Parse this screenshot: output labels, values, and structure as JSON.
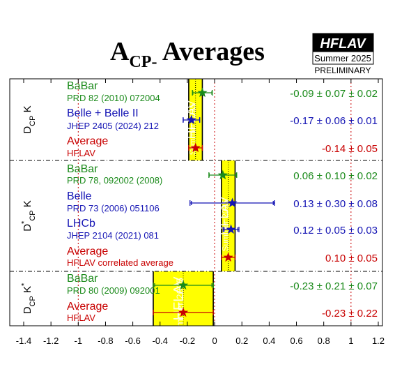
{
  "title": {
    "main": "A",
    "sub": "CP",
    "dash": "-",
    "rest": " Averages"
  },
  "logo": {
    "text": "HFLAV",
    "season": "Summer 2025",
    "status": "PRELIMINARY"
  },
  "colors": {
    "babar": "#1a8a1a",
    "belle": "#1414b4",
    "average": "#c80000",
    "band": "#ffff00",
    "band_edge": "#000000"
  },
  "chart_data": {
    "type": "scatter",
    "x_axis": {
      "range": [
        -1.4,
        1.2
      ],
      "ticks": [
        -1.4,
        -1.2,
        -1,
        -0.8,
        -0.6,
        -0.4,
        -0.2,
        0,
        0.2,
        0.4,
        0.6,
        0.8,
        1,
        1.2
      ],
      "tick_labels": [
        "-1.4",
        "-1.2",
        "-1",
        "-0.8",
        "-0.6",
        "-0.4",
        "-0.2",
        "0",
        "0.2",
        "0.4",
        "0.6",
        "0.8",
        "1",
        "1.2"
      ]
    },
    "reference_lines": [
      -1,
      0,
      1
    ],
    "groups": [
      {
        "label_main": "D",
        "label_sub": "CP",
        "label_sup": "",
        "label_main2": " K",
        "label_sup2": "",
        "band": {
          "center": -0.14,
          "error": 0.05,
          "label": "HFLAV",
          "label2": "Summer 2025"
        },
        "measurements": [
          {
            "experiment": "BaBar",
            "reference": "PRD 82 (2010) 072004",
            "value": -0.09,
            "stat": 0.07,
            "syst": 0.02,
            "result_text": "-0.09 ± 0.07 ± 0.02",
            "color": "babar"
          },
          {
            "experiment": "Belle + Belle II",
            "reference": "JHEP 2405 (2024) 212",
            "value": -0.17,
            "stat": 0.06,
            "syst": 0.01,
            "result_text": "-0.17 ± 0.06 ± 0.01",
            "color": "belle"
          },
          {
            "experiment": "Average",
            "reference": "HFLAV",
            "value": -0.14,
            "stat": 0.05,
            "syst": null,
            "result_text": "-0.14 ± 0.05",
            "color": "average"
          }
        ]
      },
      {
        "label_main": "D",
        "label_sub": "CP",
        "label_sup": "*",
        "label_main2": " K",
        "label_sup2": "",
        "band": {
          "center": 0.1,
          "error": 0.05,
          "label": "HFLAV",
          "label2": "Summer 2025"
        },
        "measurements": [
          {
            "experiment": "BaBar",
            "reference": "PRD 78, 092002 (2008)",
            "value": 0.06,
            "stat": 0.1,
            "syst": 0.02,
            "result_text": "0.06 ± 0.10 ± 0.02",
            "color": "babar"
          },
          {
            "experiment": "Belle",
            "reference": "PRD 73 (2006) 051106",
            "value": 0.13,
            "stat": 0.3,
            "syst": 0.08,
            "result_text": "0.13 ± 0.30 ± 0.08",
            "color": "belle"
          },
          {
            "experiment": "LHCb",
            "reference": "JHEP 2104 (2021) 081",
            "value": 0.12,
            "stat": 0.05,
            "syst": 0.03,
            "result_text": "0.12 ± 0.05 ± 0.03",
            "color": "belle"
          },
          {
            "experiment": "Average",
            "reference": "HFLAV correlated average",
            "value": 0.1,
            "stat": 0.05,
            "syst": null,
            "result_text": "0.10 ± 0.05",
            "color": "average"
          }
        ]
      },
      {
        "label_main": "D",
        "label_sub": "CP",
        "label_sup": "",
        "label_main2": " K",
        "label_sup2": "*",
        "band": {
          "center": -0.23,
          "error": 0.22,
          "label": "HFLAV",
          "label2": "Summer 2025"
        },
        "measurements": [
          {
            "experiment": "BaBar",
            "reference": "PRD 80 (2009) 092001",
            "value": -0.23,
            "stat": 0.21,
            "syst": 0.07,
            "result_text": "-0.23 ± 0.21 ± 0.07",
            "color": "babar"
          },
          {
            "experiment": "Average",
            "reference": "HFLAV",
            "value": -0.23,
            "stat": 0.22,
            "syst": null,
            "result_text": "-0.23 ± 0.22",
            "color": "average"
          }
        ]
      }
    ]
  }
}
